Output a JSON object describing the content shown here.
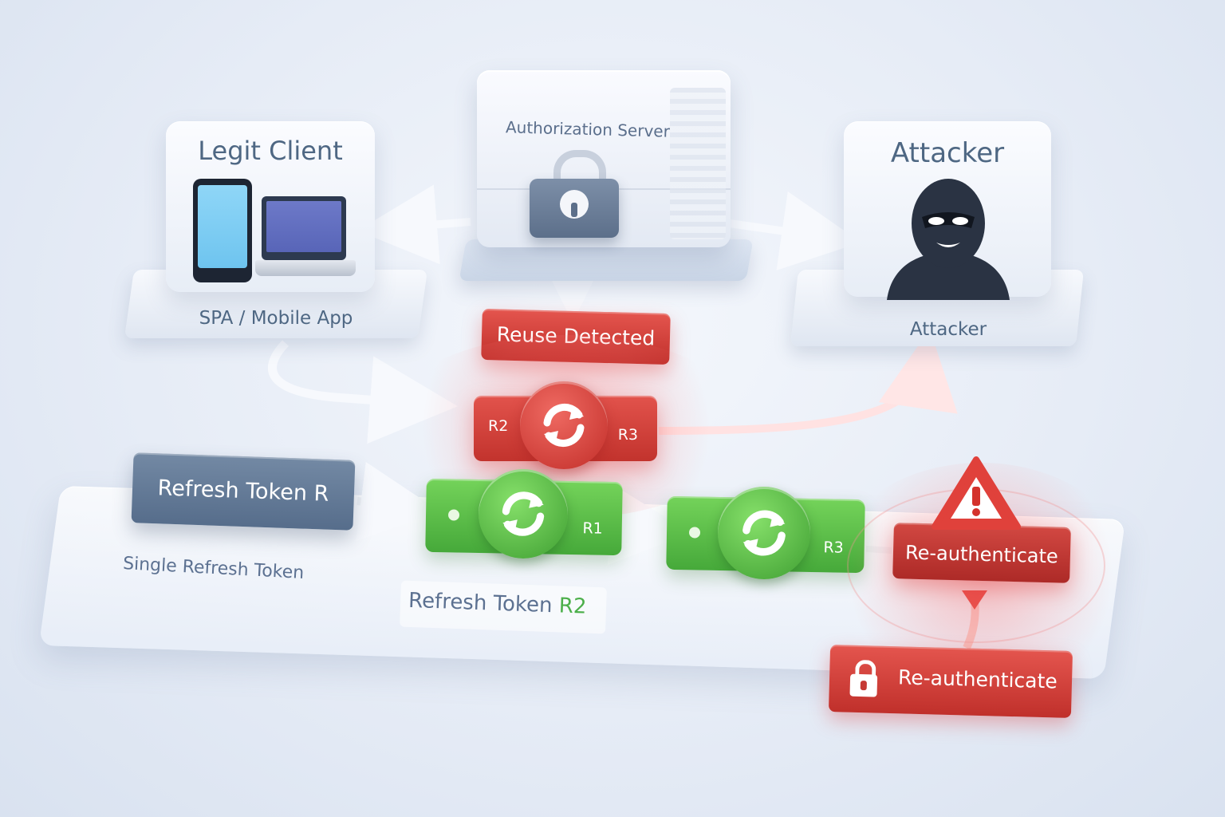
{
  "colors": {
    "green": "#4fb340",
    "red": "#d23f39",
    "slate": "#647c98",
    "text": "#4e6783",
    "r2_accent": "#4caf4a"
  },
  "server": {
    "title": "Authorization Server",
    "icon": "padlock-icon"
  },
  "legit_client": {
    "title": "Legit Client",
    "base_label": "SPA / Mobile App",
    "icons": [
      "smartphone-icon",
      "laptop-icon"
    ]
  },
  "attacker": {
    "title": "Attacker",
    "base_label": "Attacker",
    "icon": "masked-attacker-icon"
  },
  "reuse_detected": {
    "label": "Reuse Detected"
  },
  "red_token": {
    "left_label": "R2",
    "right_label": "R3",
    "icon": "refresh-icon"
  },
  "refresh_token_r": {
    "label": "Refresh Token R"
  },
  "single_refresh_label": "Single Refresh Token",
  "token_r1": {
    "label": "R1",
    "icon": "refresh-icon"
  },
  "token_r3": {
    "label": "R3",
    "icon": "refresh-icon"
  },
  "refresh_token_r2": {
    "prefix": "Refresh Token ",
    "suffix": "R2"
  },
  "reauth_main": {
    "label": "Re-authenticate",
    "icon": "warning-icon"
  },
  "reauth_lock": {
    "label": "Re-authenticate",
    "icon": "lock-icon"
  }
}
